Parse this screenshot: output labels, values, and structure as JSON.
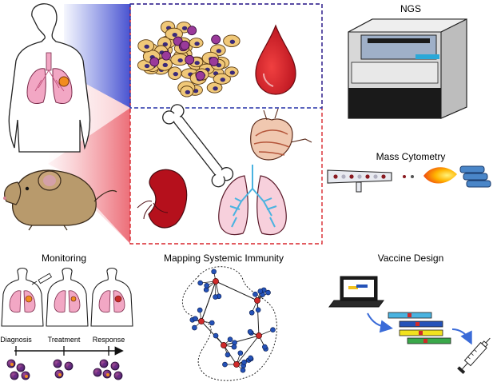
{
  "labels": {
    "ngs": "NGS",
    "mass_cytometry": "Mass Cytometry",
    "monitoring": "Monitoring",
    "mapping": "Mapping Systemic Immunity",
    "vaccine": "Vaccine Design",
    "timeline": [
      "Diagnosis",
      "Treatment",
      "Response"
    ]
  },
  "colors": {
    "lung": "#f2a7c4",
    "tumor": "#f28c1e",
    "blood": "#d81f2a",
    "mouse": "#b89a6c",
    "network_node": "#2452b8",
    "network_hub": "#d02a2a",
    "dashed_red": "#d8272d",
    "dashed_blue": "#2732a8",
    "flame": "#ffb400",
    "arrow_blue": "#3a6bd8"
  },
  "icons": [
    "human-body-icon",
    "mouse-icon",
    "tumor-tissue-icon",
    "blood-drop-icon",
    "bone-icon",
    "thymus-icon",
    "spleen-icon",
    "lungs-icon",
    "sequencer-icon",
    "cytometry-tube-icon",
    "flame-icon",
    "laptop-icon",
    "syringe-icon"
  ]
}
